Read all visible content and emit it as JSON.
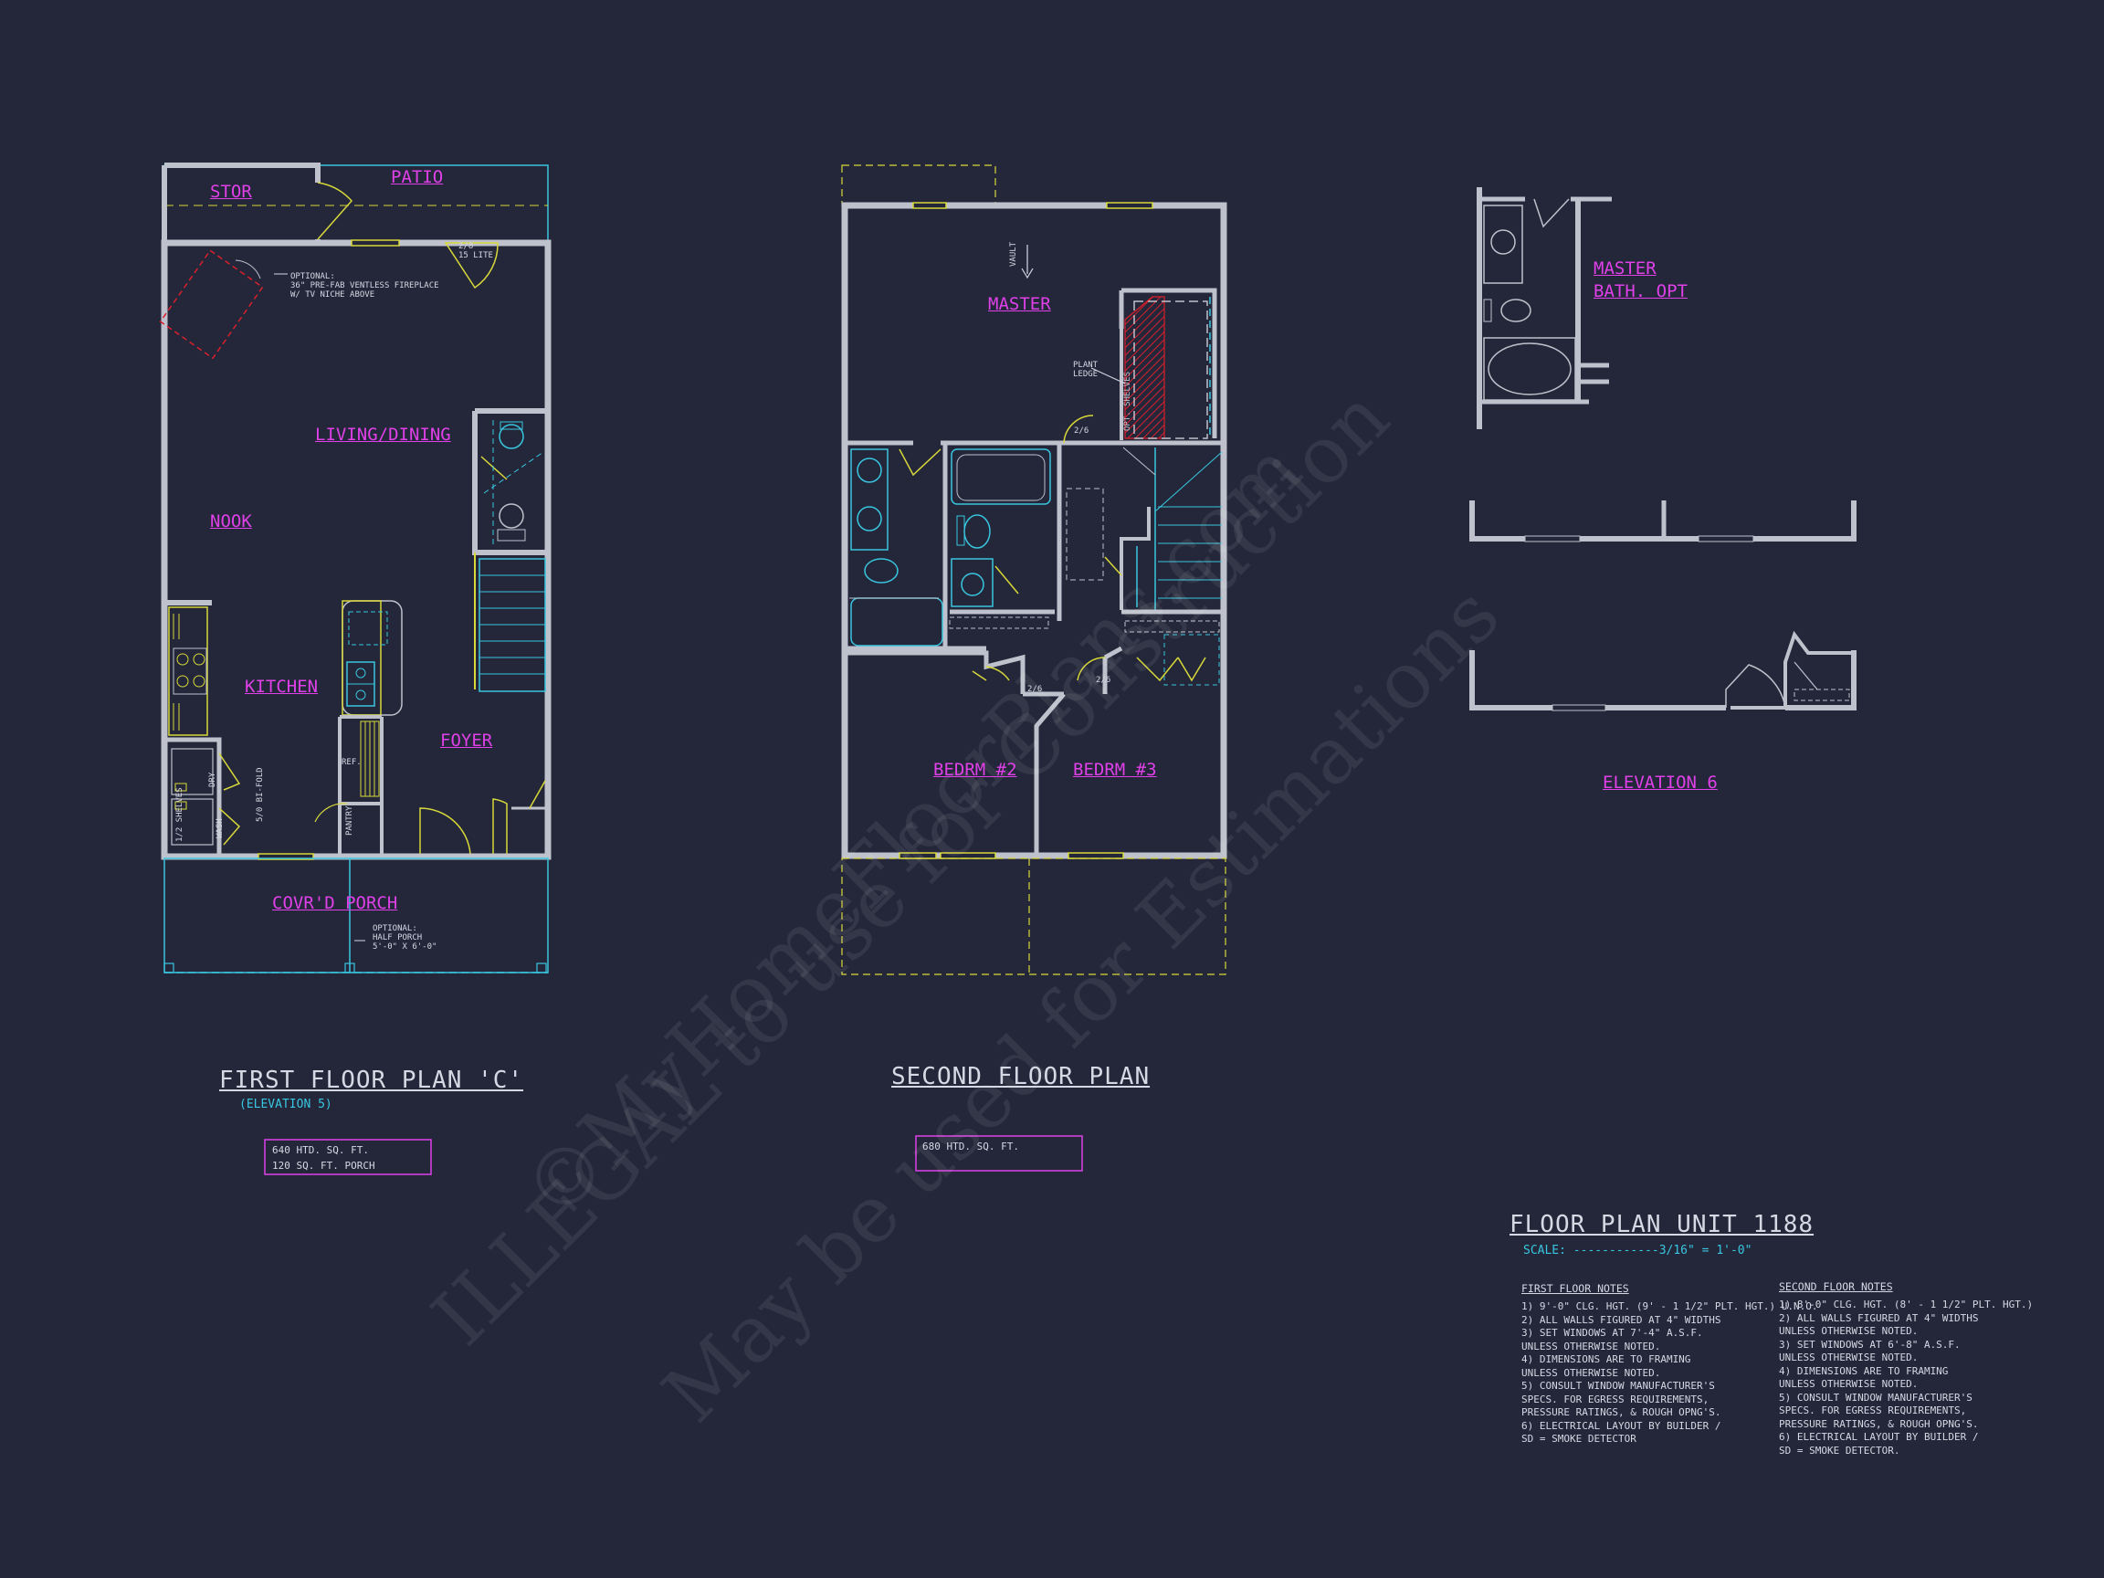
{
  "watermark": {
    "line1": "©MyHomeFloorPlans.com",
    "line2": "ILLEGAL to use for Construction",
    "line3": "May be used for Estimations"
  },
  "first_floor": {
    "title": "FIRST FLOOR PLAN 'C'",
    "subtitle": "(ELEVATION 5)",
    "area_lines": [
      "640 HTD. SQ. FT.",
      "120 SQ. FT. PORCH"
    ],
    "rooms": {
      "stor": "STOR",
      "patio": "PATIO",
      "living_dining": "LIVING/DINING",
      "nook": "NOOK",
      "kitchen": "KITCHEN",
      "foyer": "FOYER",
      "porch": "COVR'D PORCH"
    },
    "annotations": {
      "fireplace": [
        "OPTIONAL:",
        "36\" PRE-FAB VENTLESS FIREPLACE",
        "W/ TV NICHE ABOVE"
      ],
      "half_porch": [
        "OPTIONAL:",
        "HALF PORCH",
        "5'-0\" X 6'-0\""
      ],
      "door_patio": [
        "2/8",
        "15 LITE"
      ],
      "ref": "REF.",
      "pantry": "PANTRY",
      "dry": "DRY",
      "wash": "WASH",
      "shelves": "1/2 SHELVES",
      "bifold": "5/0 BI-FOLD"
    }
  },
  "second_floor": {
    "title": "SECOND FLOOR PLAN",
    "area_lines": [
      "680 HTD. SQ. FT."
    ],
    "rooms": {
      "master": "MASTER",
      "bedrm2": "BEDRM #2",
      "bedrm3": "BEDRM #3"
    },
    "annotations": {
      "vault": "VAULT",
      "plant_ledge": [
        "PLANT",
        "LEDGE"
      ],
      "shelves": "OPT. SHELVES",
      "door_a": "2/6",
      "door_b": "2/6",
      "door_c": "2/6"
    }
  },
  "master_bath_opt": {
    "label_line1": "MASTER",
    "label_line2": "BATH. OPT"
  },
  "elevation6": {
    "label": "ELEVATION 6"
  },
  "title_block": {
    "title": "FLOOR PLAN UNIT 1188",
    "scale": "SCALE: ------------3/16\" = 1'-0\""
  },
  "notes": {
    "first_header": "FIRST FLOOR NOTES",
    "first": [
      "1)  9'-0\" CLG. HGT. (9' - 1 1/2\" PLT. HGT.) U.N.O.",
      "2)  ALL  WALLS FIGURED AT 4\" WIDTHS",
      "3)  SET WINDOWS AT 7'-4\" A.S.F.",
      "      UNLESS OTHERWISE NOTED.",
      "4)  DIMENSIONS ARE TO FRAMING",
      "      UNLESS OTHERWISE NOTED.",
      "5)  CONSULT WINDOW MANUFACTURER'S",
      "      SPECS. FOR EGRESS REQUIREMENTS,",
      "      PRESSURE RATINGS, & ROUGH OPNG'S.",
      "6)  ELECTRICAL LAYOUT BY BUILDER /",
      "      SD = SMOKE DETECTOR"
    ],
    "second_header": "SECOND FLOOR NOTES",
    "second": [
      "1) 8'-0\"  CLG. HGT. (8' - 1 1/2\" PLT. HGT.)",
      "2) ALL  WALLS FIGURED AT 4\" WIDTHS",
      "     UNLESS OTHERWISE NOTED.",
      "3) SET WINDOWS AT 6'-8\" A.S.F.",
      "     UNLESS OTHERWISE NOTED.",
      "4) DIMENSIONS ARE TO FRAMING",
      "     UNLESS OTHERWISE NOTED.",
      "5) CONSULT WINDOW MANUFACTURER'S",
      "     SPECS. FOR EGRESS REQUIREMENTS,",
      "     PRESSURE RATINGS, & ROUGH OPNG'S.",
      "6) ELECTRICAL LAYOUT BY BUILDER /",
      "     SD = SMOKE DETECTOR."
    ]
  },
  "colors": {
    "background": "#232739",
    "wall": "#bfc2cc",
    "room_label": "#e040e8",
    "cyan": "#39c6e0",
    "yellow": "#d8d83a",
    "red": "#d8202c"
  }
}
